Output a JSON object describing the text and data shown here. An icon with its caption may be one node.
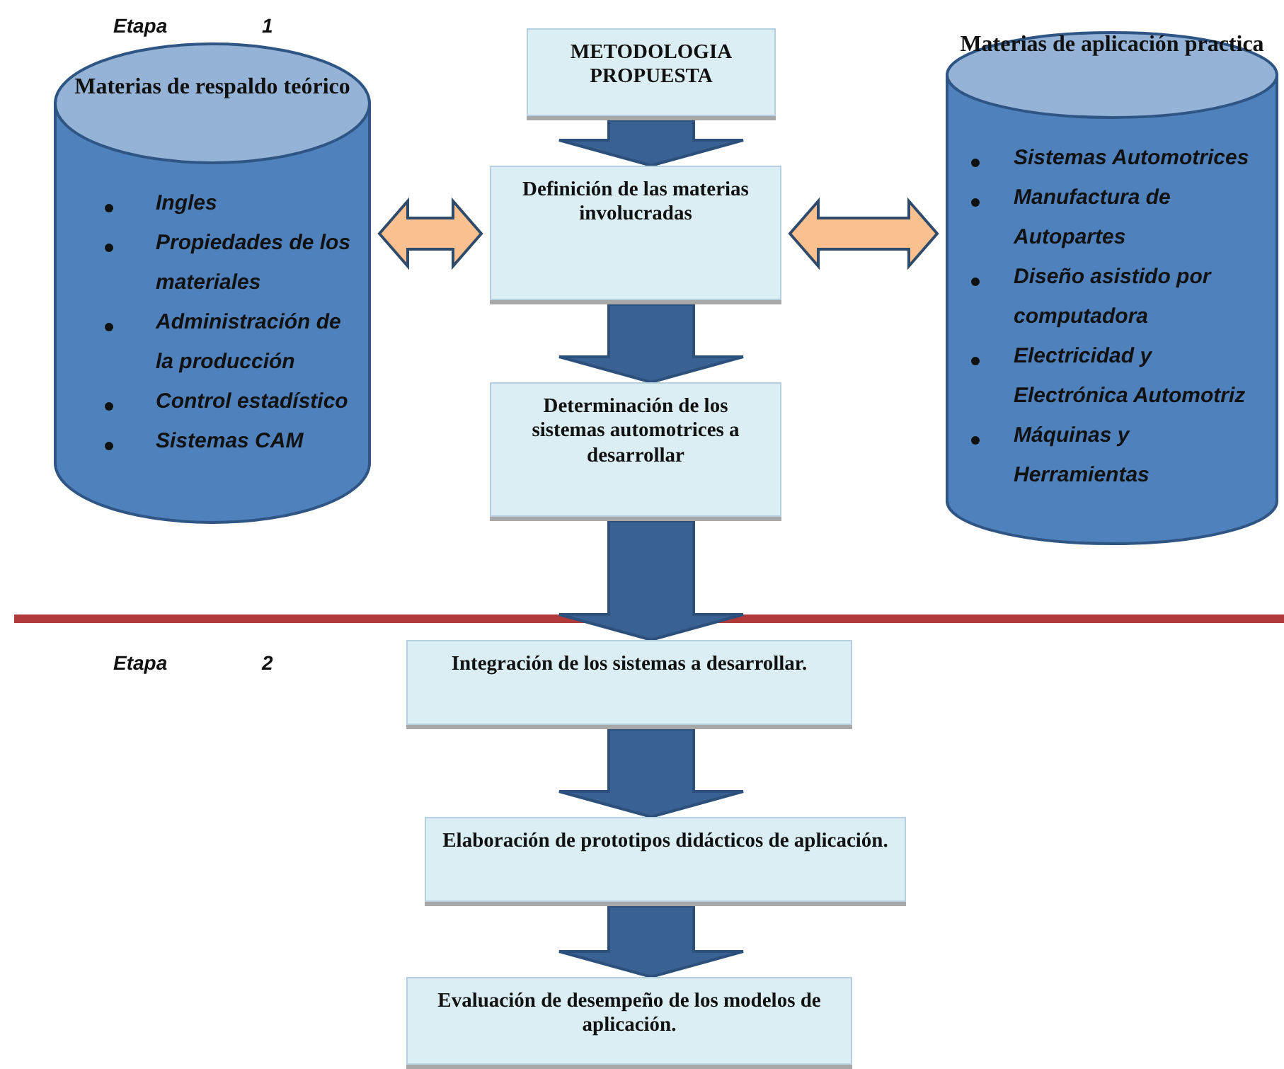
{
  "diagram": {
    "nodes": [
      {
        "text": [
          "METODOLOGIA PROPUESTA"
        ]
      },
      {
        "text": [
          "Definición de las materias involucradas"
        ]
      },
      {
        "text": [
          "Determinación de los sistemas automotrices a desarrollar"
        ]
      },
      {
        "text": [
          "Integración de los sistemas a desarrollar."
        ]
      },
      {
        "text": [
          "Elaboración de prototipos didácticos de aplicación."
        ]
      },
      {
        "text": [
          "Evaluación de desempeño de los modelos de aplicación."
        ]
      },
      {
        "text": [
          "Materias de respaldo teórico",
          "Ingles",
          "Propiedades de los materiales",
          "Administración de la producción",
          "Control estadístico",
          "Sistemas CAM"
        ]
      },
      {
        "text": [
          "Materias de aplicación practica",
          "Sistemas Automotrices",
          "Manufactura de Autopartes",
          "Diseño asistido por computadora",
          "Electricidad y Electrónica Automotriz",
          "Máquinas y Herramientas"
        ]
      }
    ],
    "edges": [
      {
        "from": 0,
        "to": 1,
        "arrow": "to"
      },
      {
        "from": 1,
        "to": 2,
        "arrow": "to"
      },
      {
        "from": 2,
        "to": 3,
        "arrow": "to"
      },
      {
        "from": 3,
        "to": 4,
        "arrow": "to"
      },
      {
        "from": 4,
        "to": 5,
        "arrow": "to"
      },
      {
        "from": 6,
        "to": 1,
        "arrow": "both"
      },
      {
        "from": 1,
        "to": 7,
        "arrow": "both"
      }
    ],
    "labels": [
      "Etapa",
      "1",
      "Etapa",
      "2"
    ]
  }
}
